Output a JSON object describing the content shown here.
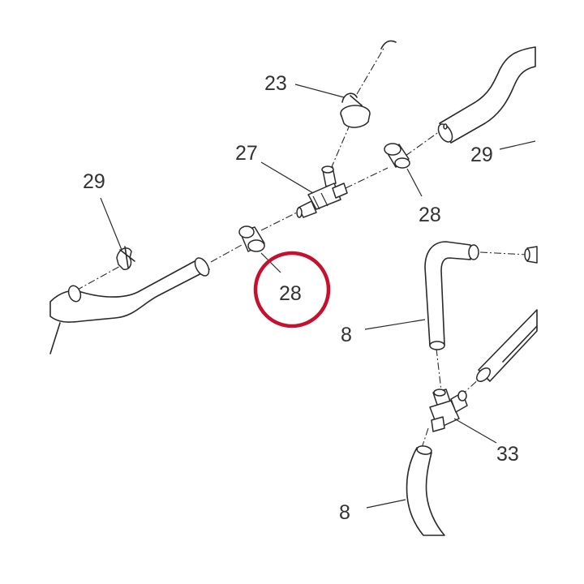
{
  "colors": {
    "line": "#2a2a2a",
    "label": "#333333",
    "highlight": "#c8102e",
    "background": "#ffffff"
  },
  "callouts": {
    "c23": "23",
    "c27": "27",
    "c29_top": "29",
    "c29_left": "29",
    "c28_right": "28",
    "c28_highlighted": "28",
    "c8_upper": "8",
    "c8_lower": "8",
    "c33": "33"
  },
  "highlight": {
    "target": "28"
  }
}
